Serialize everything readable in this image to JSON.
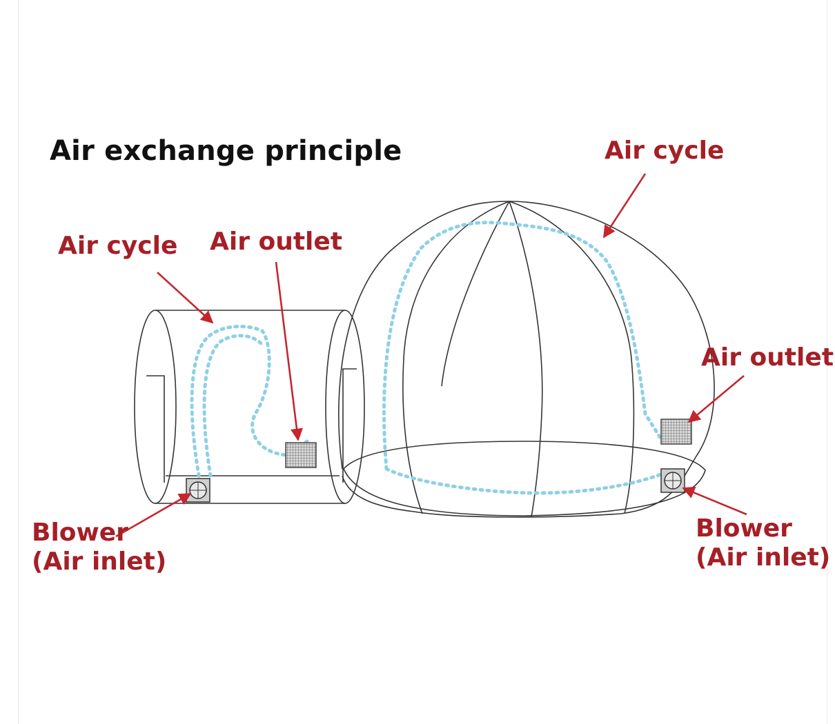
{
  "title": "Air exchange principle",
  "labels": {
    "air_cycle_left": "Air cycle",
    "air_outlet_left": "Air outlet",
    "air_cycle_right": "Air cycle",
    "air_outlet_right": "Air outlet",
    "blower_left_line1": "Blower",
    "blower_left_line2": "(Air inlet)",
    "blower_right_line1": "Blower",
    "blower_right_line2": "(Air inlet)"
  },
  "colors": {
    "label": "#a51f26",
    "arrow": "#c4262e",
    "outline": "#333333",
    "airflow": "#8fd0e6",
    "title": "#111111"
  }
}
